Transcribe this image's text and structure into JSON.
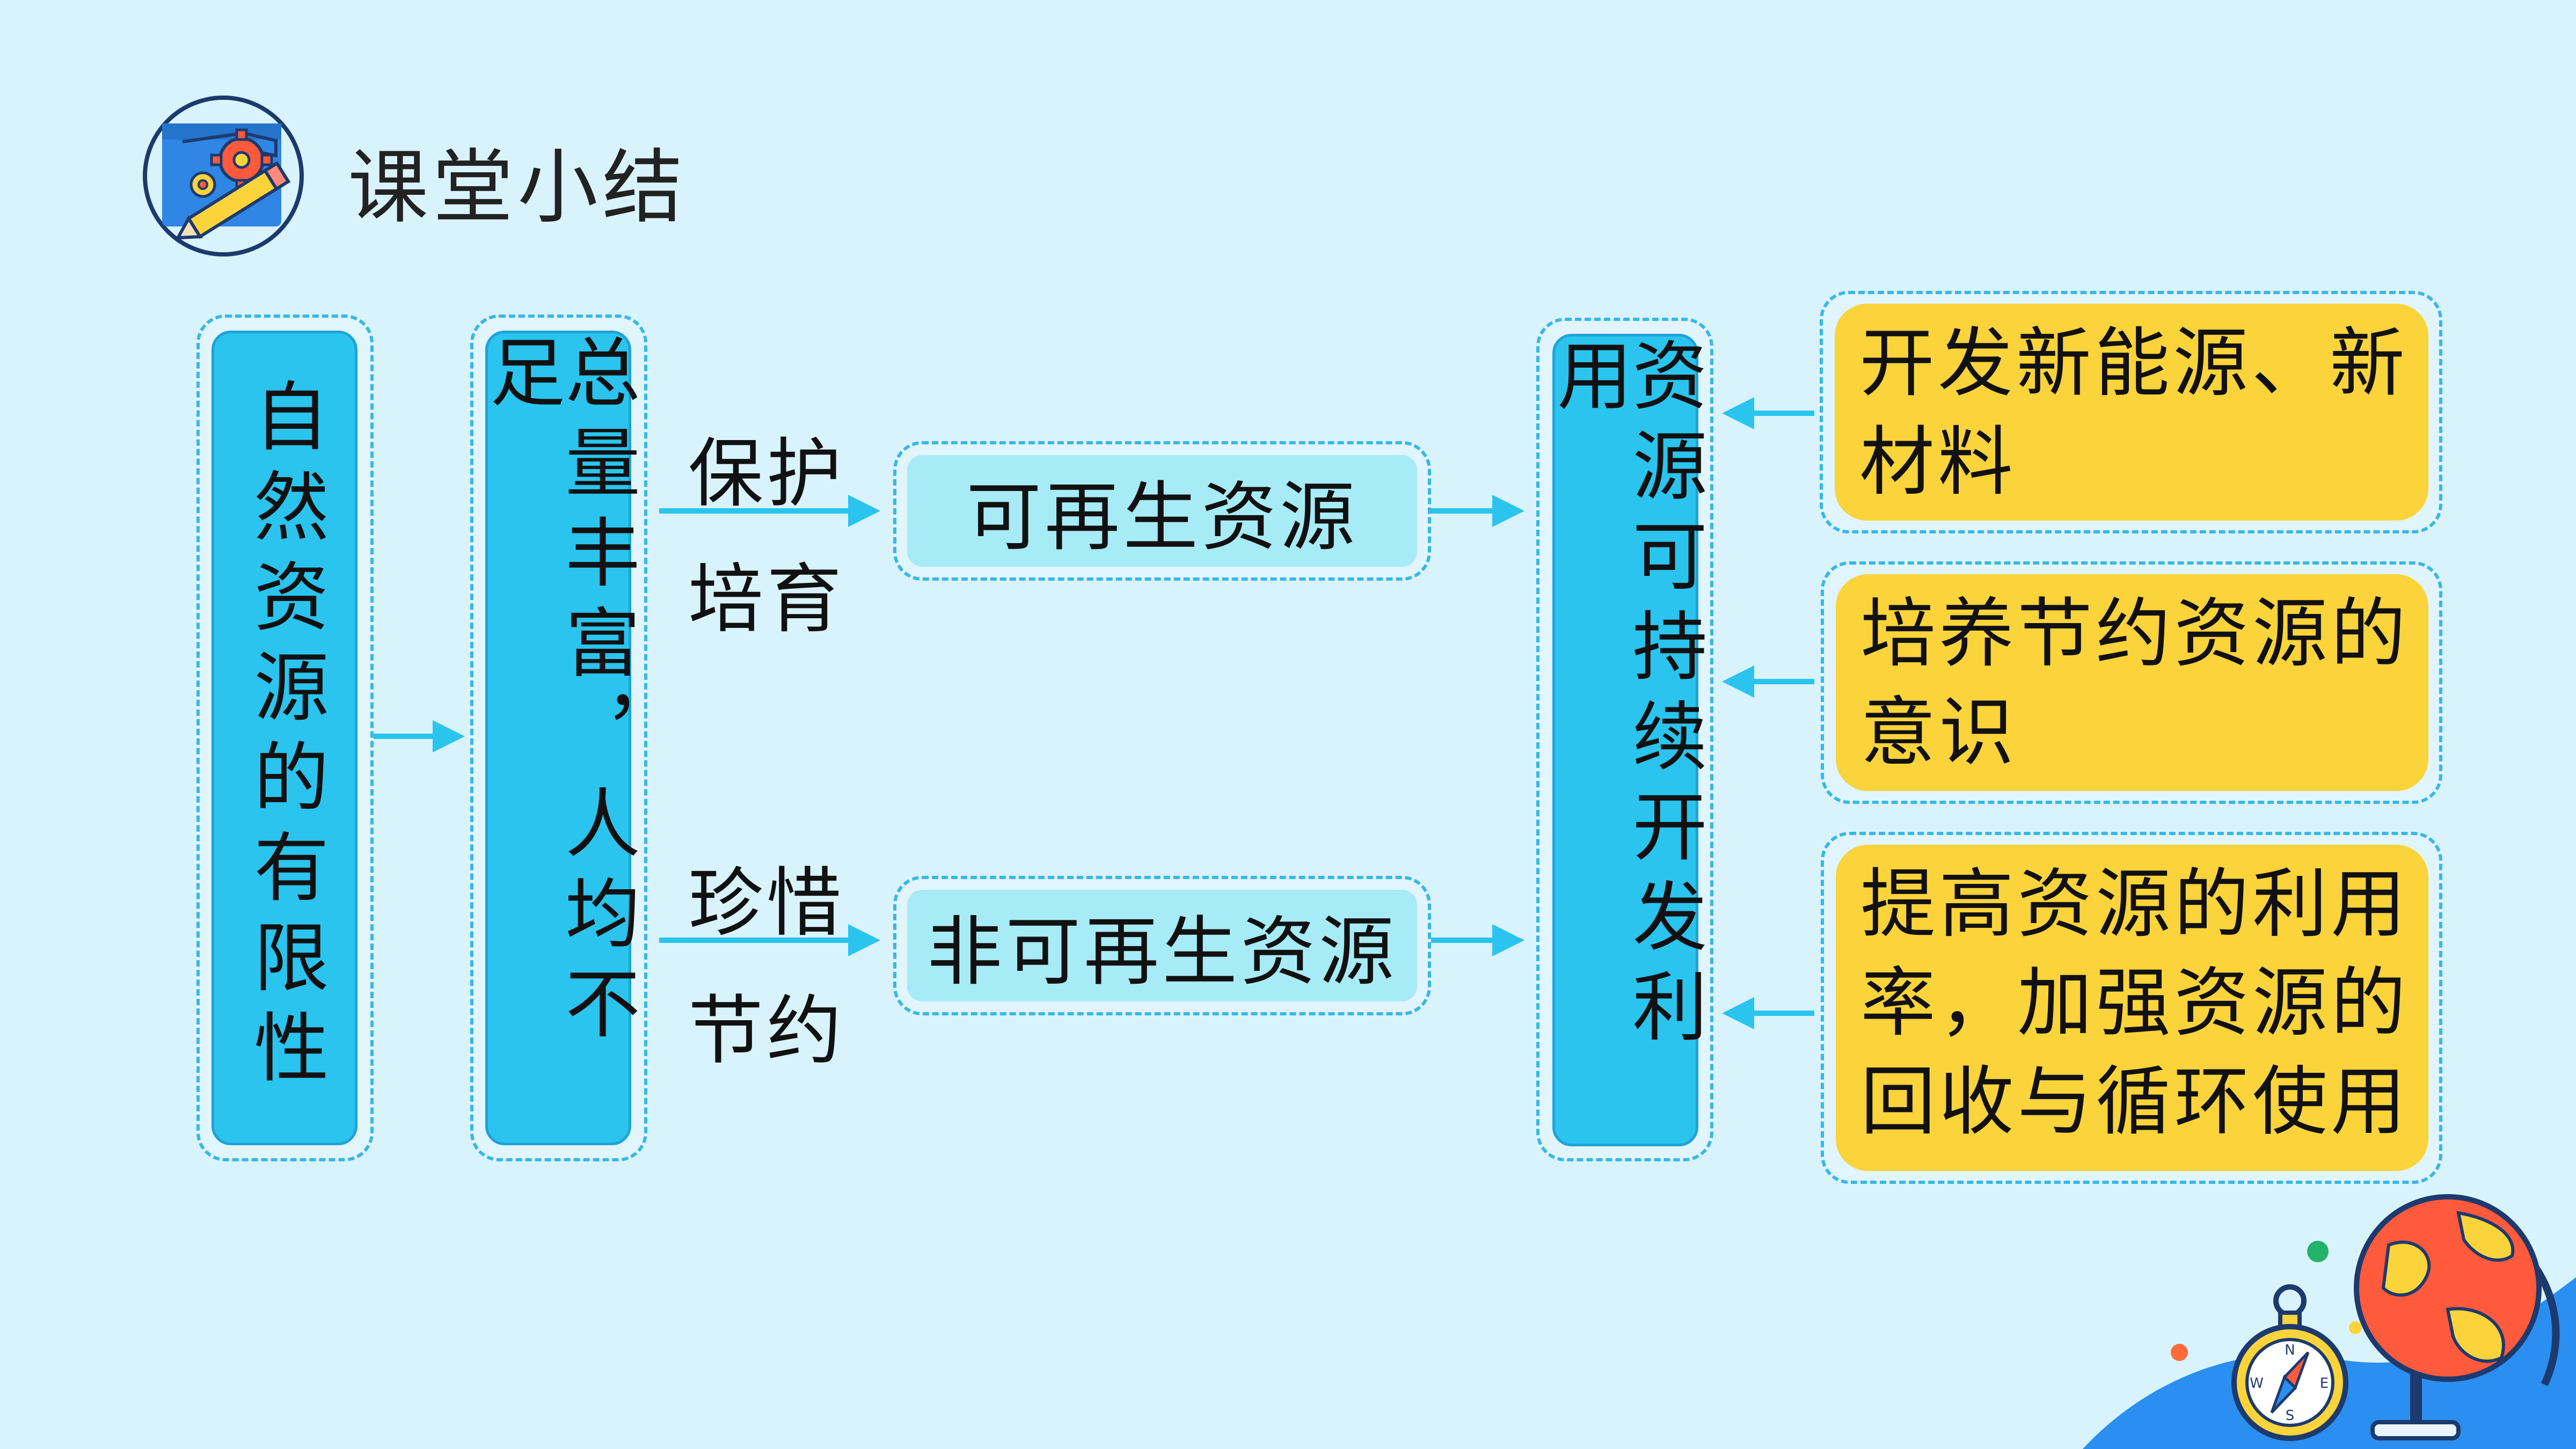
{
  "header": {
    "title": "课堂小结",
    "icon": "gear-pencil-icon",
    "colors": {
      "accent": "#2ac4ef",
      "frame": "#37b8e6"
    }
  },
  "diagram": {
    "left_box": "自然资源的有限性",
    "middle_box": "总量丰富，人均不足",
    "renewable": {
      "label_top": "保护",
      "label_bottom": "培育",
      "box": "可再生资源"
    },
    "nonrenewable": {
      "label_top": "珍惜",
      "label_bottom": "节约",
      "box": "非可再生资源"
    },
    "right_box": "资源可持续开发利用",
    "measures": [
      "开发新能源、新材料",
      "培养节约资源的意识",
      "提高资源的利用率，加强资源的回收与循环使用"
    ]
  },
  "decoration": {
    "compass_letters": [
      "N",
      "E",
      "S",
      "W"
    ]
  }
}
